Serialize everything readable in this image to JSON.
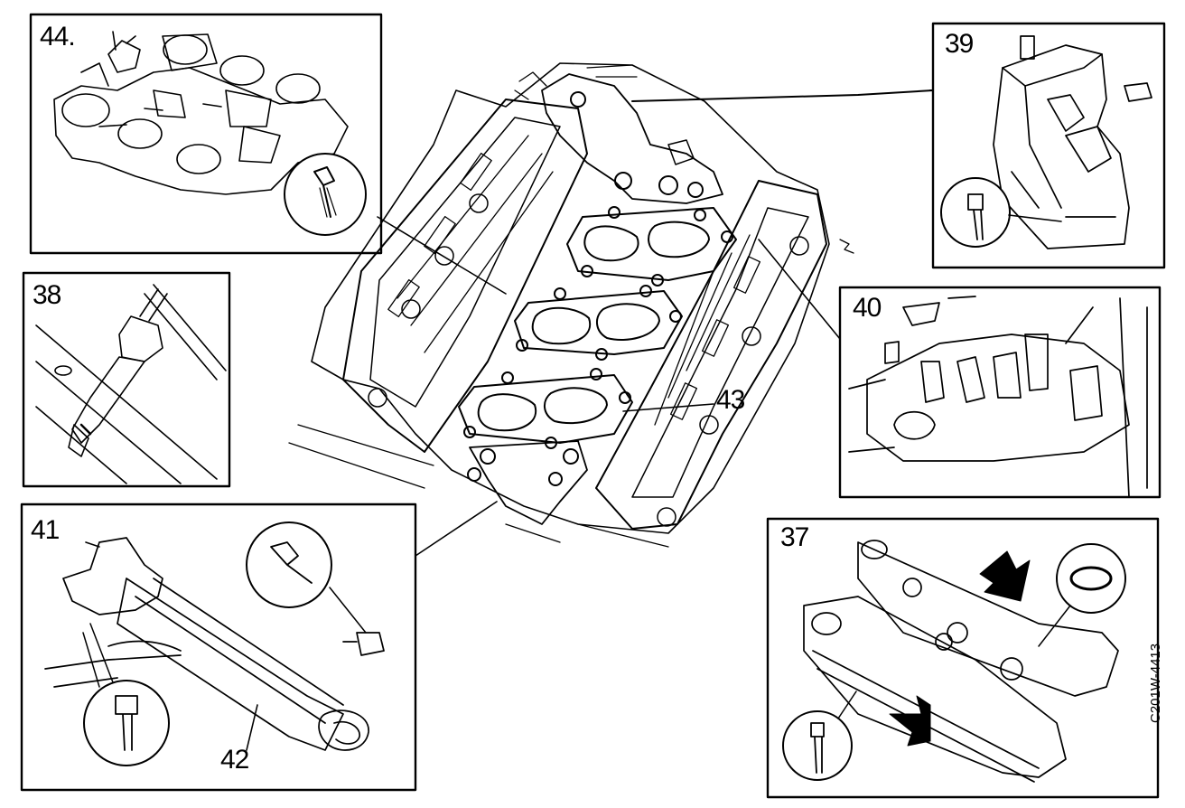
{
  "panels": {
    "p44": {
      "label": "44."
    },
    "p39": {
      "label": "39"
    },
    "p38": {
      "label": "38"
    },
    "p40": {
      "label": "40"
    },
    "p41": {
      "label": "41"
    },
    "p37": {
      "label": "37"
    }
  },
  "callouts": {
    "c43": "43",
    "c42": "42"
  },
  "doc_id": "C201W-4413",
  "colors": {
    "ink": "#000000",
    "paper": "#ffffff"
  }
}
